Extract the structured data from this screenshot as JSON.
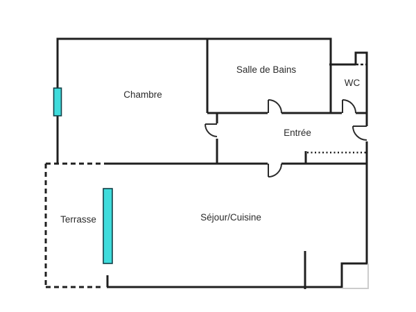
{
  "floor_plan": {
    "rooms": {
      "chambre": {
        "label": "Chambre"
      },
      "salle_de_bains": {
        "label": "Salle de Bains"
      },
      "wc": {
        "label": "WC"
      },
      "entree": {
        "label": "Entrée"
      },
      "terrasse": {
        "label": "Terrasse"
      },
      "sejour_cuisine": {
        "label": "Séjour/Cuisine"
      }
    },
    "colors": {
      "wall": "#1f1f1f",
      "door": "#2a2a2a",
      "window_glass": "#3fdcdc",
      "window_frame": "#123f46",
      "ghost_wall": "#cccccc",
      "text": "#2b2b2b",
      "background": "#ffffff"
    }
  }
}
